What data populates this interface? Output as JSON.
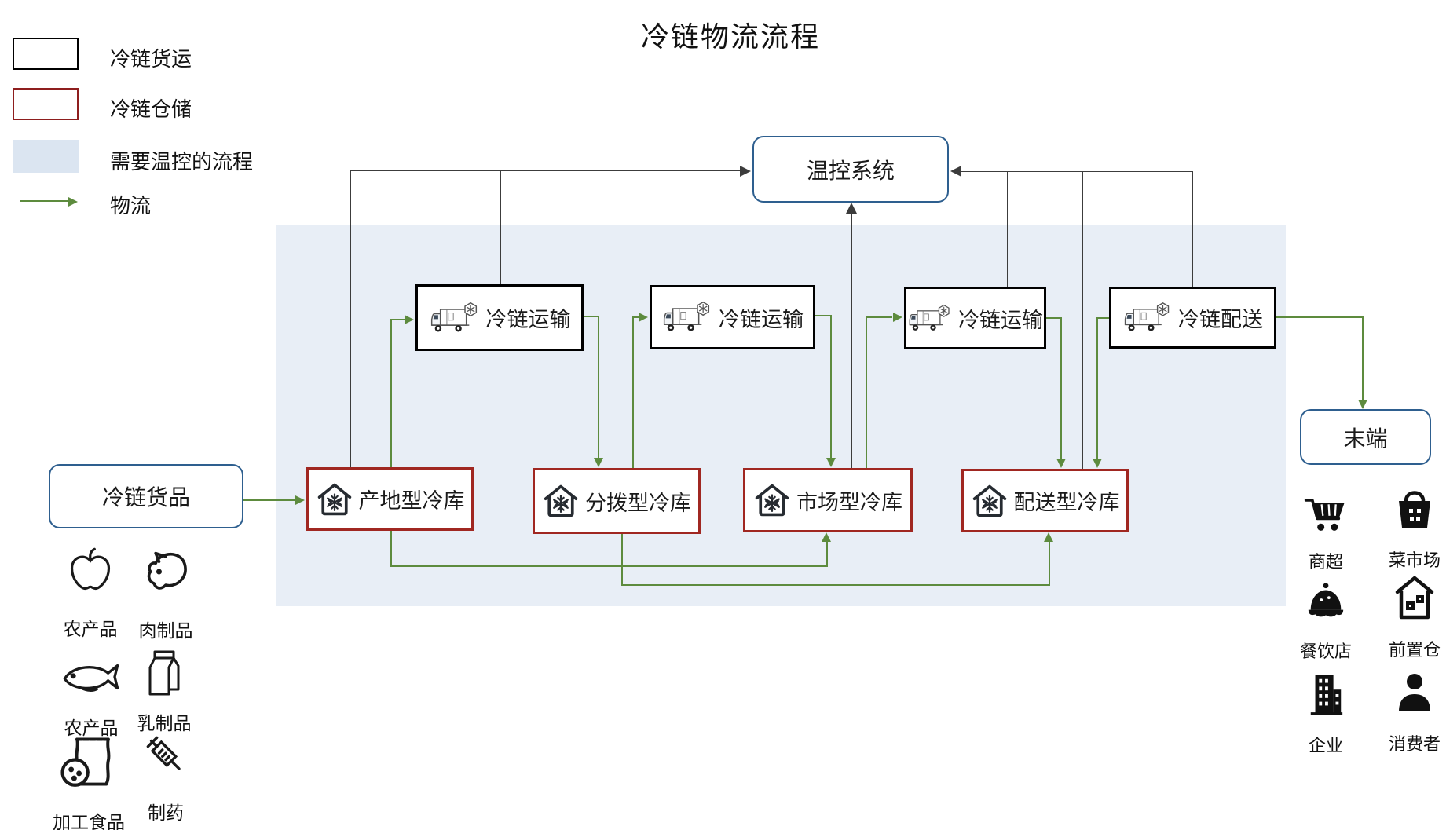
{
  "title": "冷链物流流程",
  "legend": {
    "items": [
      {
        "label": "冷链货运"
      },
      {
        "label": "冷链仓储"
      },
      {
        "label": "需要温控的流程"
      },
      {
        "label": "物流"
      }
    ]
  },
  "nodes": {
    "monitor": "温控系统",
    "goods": "冷链货品",
    "terminal": "末端",
    "transports": [
      "冷链运输",
      "冷链运输",
      "冷链运输",
      "冷链配送"
    ],
    "warehouses": [
      "产地型冷库",
      "分拨型冷库",
      "市场型冷库",
      "配送型冷库"
    ]
  },
  "products": [
    {
      "label": "农产品",
      "icon": "apple-icon"
    },
    {
      "label": "肉制品",
      "icon": "pig-icon"
    },
    {
      "label": "农产品",
      "icon": "fish-icon"
    },
    {
      "label": "乳制品",
      "icon": "milk-icon"
    },
    {
      "label": "加工食品",
      "icon": "snack-icon"
    },
    {
      "label": "制药",
      "icon": "syringe-icon"
    }
  ],
  "destinations": [
    {
      "label": "商超",
      "icon": "cart-icon"
    },
    {
      "label": "菜市场",
      "icon": "basket-icon"
    },
    {
      "label": "餐饮店",
      "icon": "cloche-icon"
    },
    {
      "label": "前置仓",
      "icon": "front-warehouse-icon"
    },
    {
      "label": "企业",
      "icon": "building-icon"
    },
    {
      "label": "消费者",
      "icon": "consumer-icon"
    }
  ],
  "colors": {
    "accent_blue": "#2e5f8f",
    "warehouse_red": "#a02721",
    "legend_red": "#8e1e1e",
    "region_blue": "#e8eef6",
    "flow_green": "#5d8b3e",
    "line_black": "#3c3c3c"
  }
}
